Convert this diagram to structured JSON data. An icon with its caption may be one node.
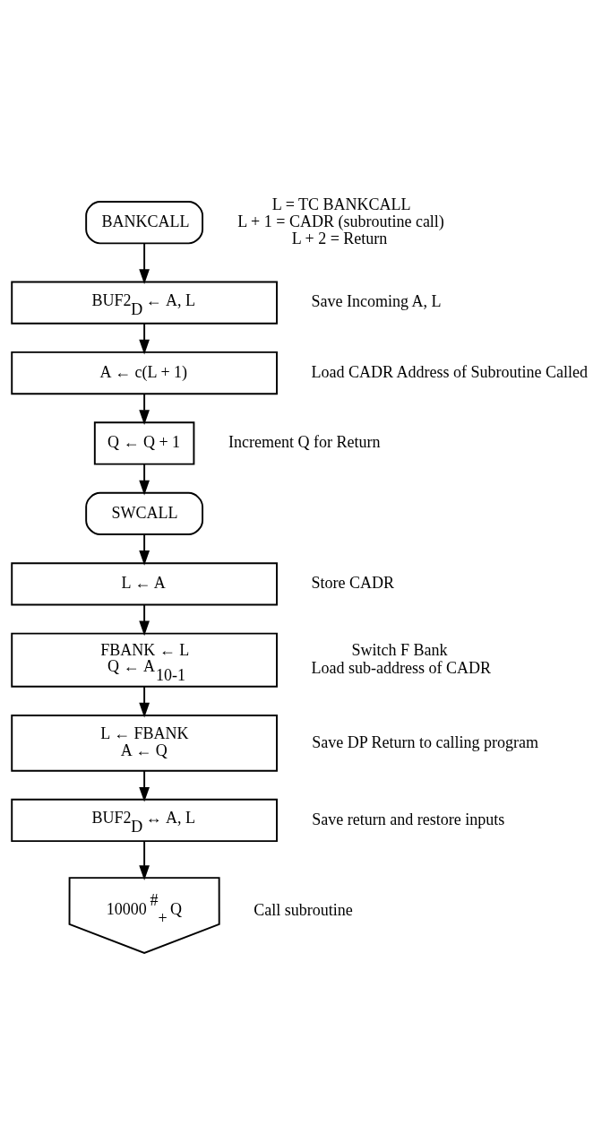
{
  "diagram": {
    "nodes": [
      {
        "text": [
          "BANKCALL"
        ],
        "beside": [
          "L = TC BANKCALL",
          "L + 1 = CADR (subroutine call)",
          "L + 2 = Return"
        ]
      },
      {
        "text": [
          "BUF2$_{D}$ ← A, L"
        ],
        "beside": [
          "Save Incoming A, L"
        ]
      },
      {
        "text": [
          "A ← c(L + 1)"
        ],
        "beside": [
          "Load CADR Address of Subroutine Called"
        ]
      },
      {
        "text": [
          "Q ← Q + 1"
        ],
        "beside": [
          "Increment Q for Return"
        ]
      },
      {
        "text": [
          "SWCALL"
        ]
      },
      {
        "text": [
          "L ← A"
        ],
        "beside": [
          "Store CADR"
        ]
      },
      {
        "text": [
          "FBANK ← L",
          "Q ← A$_{10-1}$"
        ],
        "beside": [
          "Switch F Bank",
          "Load sub-address of CADR"
        ]
      },
      {
        "text": [
          "L ← FBANK",
          "A ← Q"
        ],
        "beside": [
          "Save DP Return to calling program"
        ]
      },
      {
        "text": [
          "BUF2$_{D}$ ↔ A, L"
        ],
        "beside": [
          "Save return and restore inputs"
        ]
      },
      {
        "text": [
          "10000 $^{#}$$_{+}$ Q"
        ],
        "beside": [
          "Call subroutine"
        ]
      }
    ],
    "edges": [
      {
        "from": 0,
        "to": 1,
        "arrow": "to"
      },
      {
        "from": 1,
        "to": 2,
        "arrow": "to"
      },
      {
        "from": 2,
        "to": 3,
        "arrow": "to"
      },
      {
        "from": 3,
        "to": 4,
        "arrow": "to"
      },
      {
        "from": 4,
        "to": 5,
        "arrow": "to"
      },
      {
        "from": 5,
        "to": 6,
        "arrow": "to"
      },
      {
        "from": 6,
        "to": 7,
        "arrow": "to"
      },
      {
        "from": 7,
        "to": 8,
        "arrow": "to"
      },
      {
        "from": 8,
        "to": 9,
        "arrow": "to"
      }
    ]
  }
}
